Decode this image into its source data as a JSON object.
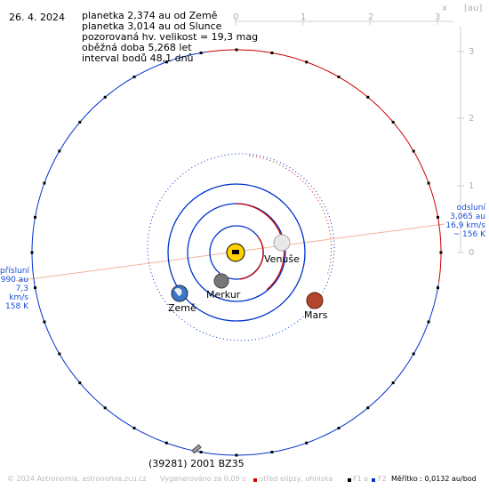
{
  "date": "26. 4. 2024",
  "info": {
    "line1": "planetka 2,374 au od Země",
    "line2": "planetka 3,014 au od Slunce",
    "line3": "pozorovaná hv. velikost = 19,3 mag",
    "line4": "oběžná doba 5,268 let",
    "line5": "interval bodů 48,1 dnů"
  },
  "axis": {
    "x_labels": [
      "0",
      "1",
      "2",
      "3"
    ],
    "y_labels": [
      "3",
      "2",
      "1",
      "0"
    ],
    "x_symbol": "x",
    "unit": "[au]"
  },
  "aphelion": {
    "title": "odsluní",
    "dist": "3,065 au",
    "speed": "16,9 km/s",
    "temp": "~ 156 K"
  },
  "perihelion": {
    "title": "přísluní",
    "dist": "990 au",
    "speed": "7,3 km/s",
    "temp": "158 K"
  },
  "bodies": {
    "venus": "Venuše",
    "mercury": "Merkur",
    "earth": "Země",
    "mars": "Mars",
    "asteroid": "(39281) 2001 BZ35"
  },
  "footer": {
    "copyright": "© 2024 Astronomia, astronomia.zcu.cz",
    "generated": "Vygenerováno za 0,09 s",
    "legend_center": "střed elipsy, ohniska",
    "f1": "F1",
    "a": "a",
    "f2": "F2",
    "scale": "Měřítko : 0,0132 au/bod"
  },
  "colors": {
    "far_arc": "#d00000",
    "near_arc": "#0033cc",
    "apsis_line": "#f3b49a",
    "sun": "#ffd200",
    "venus": "#e8e8e8",
    "mars": "#b5452b",
    "earth": "#3a78c4",
    "mercury": "#777777"
  }
}
